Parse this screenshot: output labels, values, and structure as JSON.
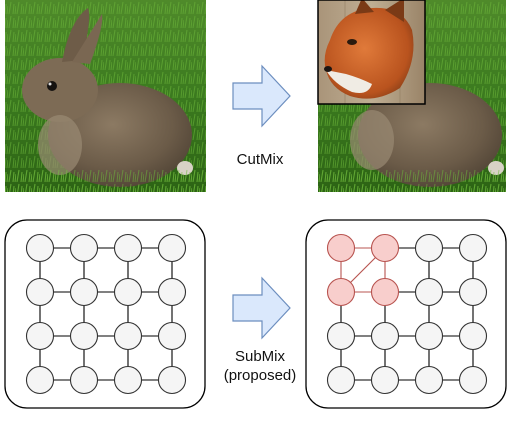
{
  "top_row": {
    "left_image": "rabbit-photo",
    "right_image": "rabbit-photo-with-fox-patch",
    "arrow_label": "CutMix"
  },
  "bottom_row": {
    "arrow_label_line1": "SubMix",
    "arrow_label_line2": "(proposed)",
    "graph_grid": {
      "rows": 4,
      "cols": 4
    },
    "highlighted_nodes": [
      [
        0,
        0
      ],
      [
        0,
        1
      ],
      [
        1,
        0
      ],
      [
        1,
        1
      ]
    ],
    "highlighted_extra_edge": [
      [
        0,
        1
      ],
      [
        1,
        0
      ]
    ]
  },
  "colors": {
    "arrow_fill": "#dae8fc",
    "arrow_stroke": "#6c8ebf",
    "node_fill": "#f5f5f5",
    "node_stroke": "#333333",
    "highlight_fill": "#f8cecc",
    "highlight_stroke": "#b85450",
    "panel_stroke": "#000000"
  }
}
